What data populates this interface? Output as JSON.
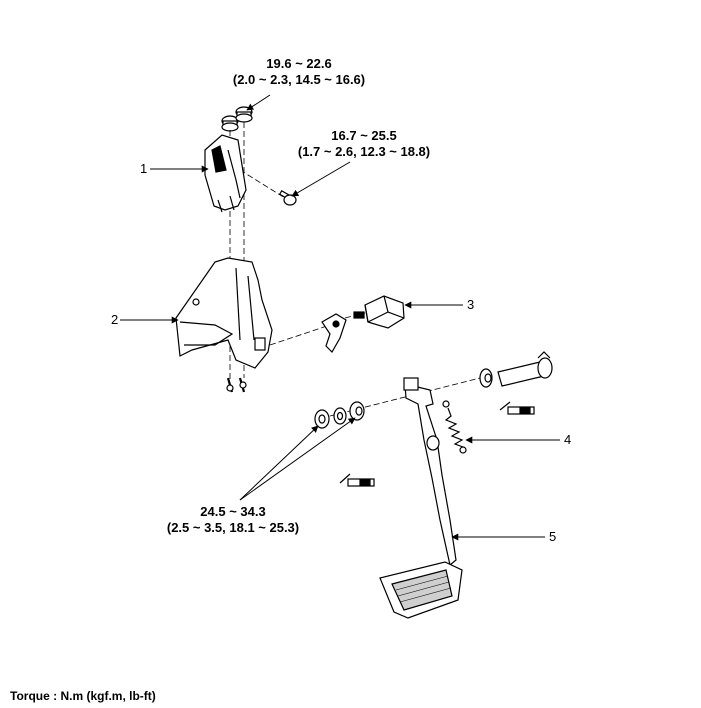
{
  "torque_specs": {
    "top": {
      "line1": "19.6 ~ 22.6",
      "line2": "(2.0 ~ 2.3, 14.5 ~ 16.6)"
    },
    "bolt": {
      "line1": "16.7 ~ 25.5",
      "line2": "(1.7 ~ 2.6, 12.3 ~ 18.8)"
    },
    "nut": {
      "line1": "24.5 ~ 34.3",
      "line2": "(2.5 ~ 3.5, 18.1 ~ 25.3)"
    }
  },
  "callouts": {
    "c1": "1",
    "c2": "2",
    "c3": "3",
    "c4": "4",
    "c5": "5"
  },
  "footer": {
    "torque_unit": "Torque : N.m (kgf.m, lb-ft)"
  }
}
